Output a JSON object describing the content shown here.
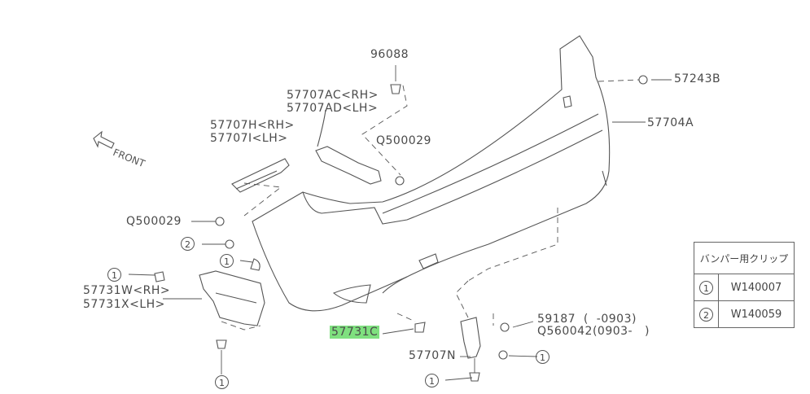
{
  "parts": {
    "p96088": "96088",
    "p57707AC": "57707AC<RH>",
    "p57707AD": "57707AD<LH>",
    "p57243B": "57243B",
    "p57704A": "57704A",
    "p57707H": "57707H<RH>",
    "p57707I": "57707I<LH>",
    "q500029_top": "Q500029",
    "q500029_left": "Q500029",
    "p57731W": "57731W<RH>",
    "p57731X": "57731X<LH>",
    "p57731C": "57731C",
    "p57707N": "57707N",
    "p59187": "59187  (  -0903)",
    "q560042": "Q560042(0903-   )"
  },
  "front_label": "FRONT",
  "callouts": {
    "one": "1",
    "two": "2"
  },
  "clip_table": {
    "title": "バンパー用クリップ",
    "rows": [
      {
        "key": "1",
        "part": "W140007"
      },
      {
        "key": "2",
        "part": "W140059"
      }
    ]
  },
  "highlight_color": "#7fe07f"
}
